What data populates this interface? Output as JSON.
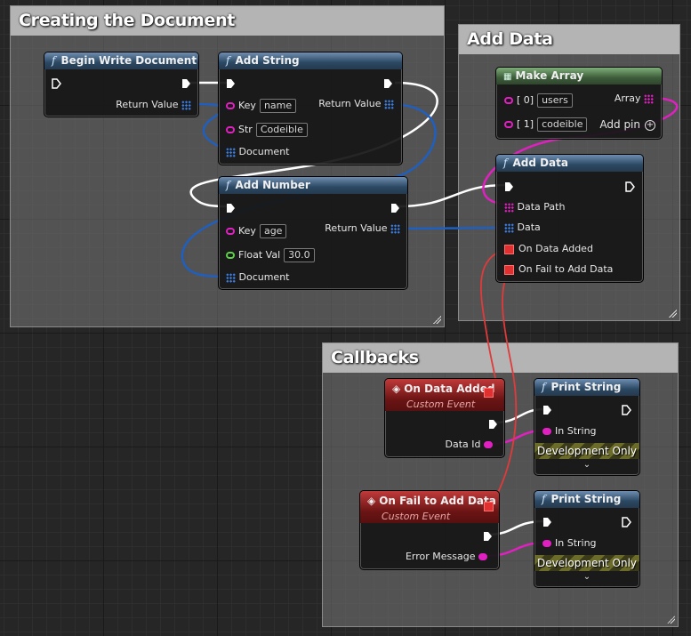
{
  "comments": {
    "creating": "Creating the Document",
    "add_data": "Add Data",
    "callbacks": "Callbacks"
  },
  "nodes": {
    "begin_write": {
      "title": "Begin Write Document",
      "return_value": "Return Value"
    },
    "add_string": {
      "title": "Add String",
      "key_label": "Key",
      "key_value": "name",
      "str_label": "Str",
      "str_value": "Codeible",
      "document_label": "Document",
      "return_value": "Return Value"
    },
    "add_number": {
      "title": "Add Number",
      "key_label": "Key",
      "key_value": "age",
      "float_label": "Float Val",
      "float_value": "30.0",
      "document_label": "Document",
      "return_value": "Return Value"
    },
    "make_array": {
      "title": "Make Array",
      "item0_label": "[ 0]",
      "item0_value": "users",
      "item1_label": "[ 1]",
      "item1_value": "codeible",
      "array_label": "Array",
      "add_pin_label": "Add pin"
    },
    "add_data": {
      "title": "Add Data",
      "data_path_label": "Data Path",
      "data_label": "Data",
      "on_added_label": "On Data Added",
      "on_fail_label": "On Fail to Add Data"
    },
    "on_data_added": {
      "title": "On Data Added",
      "subtitle": "Custom Event",
      "data_id_label": "Data Id"
    },
    "on_fail": {
      "title": "On Fail to Add Data",
      "subtitle": "Custom Event",
      "error_label": "Error Message"
    },
    "print_string_1": {
      "title": "Print String",
      "in_string_label": "In String",
      "dev_label": "Development Only"
    },
    "print_string_2": {
      "title": "Print String",
      "in_string_label": "In String",
      "dev_label": "Development Only"
    }
  },
  "colors": {
    "exec_wire": "#ffffff",
    "object_wire": "#1f5fc0",
    "string_wire": "#e020c0",
    "delegate_wire": "#e03a3a",
    "function_header": "#2b4862",
    "event_header": "#6b1414",
    "pure_header": "#3d5c3a"
  },
  "icons": {
    "function": "function-f-icon",
    "event": "event-diamond-icon",
    "make_array": "array-grid-icon"
  }
}
